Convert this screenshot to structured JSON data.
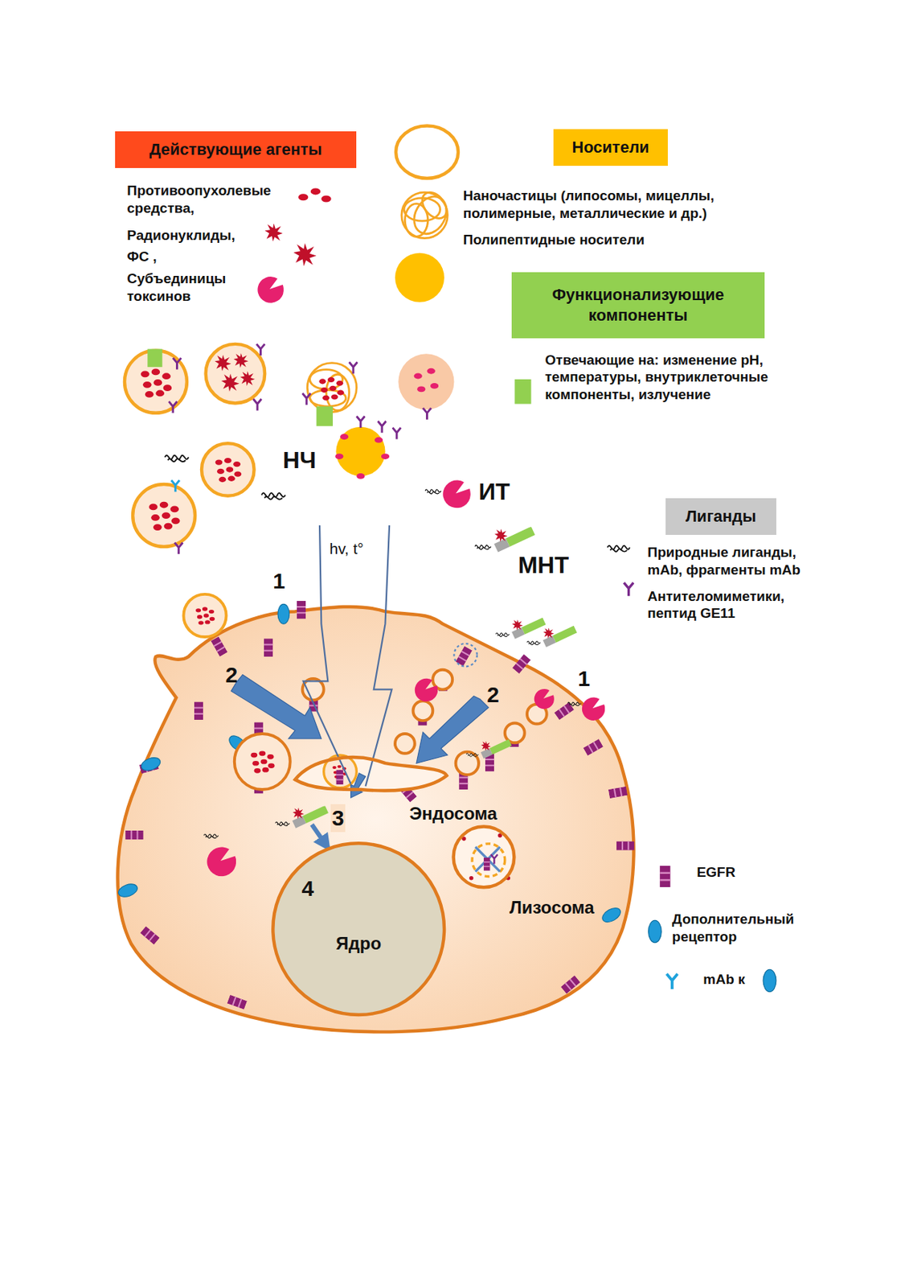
{
  "diagram": {
    "nodes": [
      {
        "text": [
          "Действующие агенты"
        ]
      },
      {
        "text": [
          "Носители"
        ]
      },
      {
        "text": [
          "Функционализующие компоненты"
        ]
      },
      {
        "text": [
          "Лиганды"
        ]
      },
      {
        "text": [
          "Эндосома"
        ]
      },
      {
        "text": [
          "Лизосома"
        ]
      },
      {
        "text": [
          "Ядро"
        ]
      }
    ],
    "edges": [
      {
        "from": 4,
        "to": 6,
        "arrow": "to",
        "label": "3"
      }
    ],
    "labels": [
      "Противоопухолевые средства,",
      "Радионуклиды,",
      "ФС ,",
      "Субъединицы токсинов",
      "Наночастицы (липосомы, мицеллы, полимерные, металлические и др.)",
      "Полипептидные носители",
      "Отвечающие на: изменение pH, температуры, внутриклеточные компоненты, излучение",
      "НЧ",
      "ИТ",
      "МНТ",
      "Природные лиганды, mAb, фрагменты mAb",
      "Антителомиметики, пептид GE11",
      "hv, t°",
      "1",
      "1",
      "2",
      "2",
      "4"
    ],
    "legend": [
      {
        "text": "EGFR"
      },
      {
        "text": "Дополнительный рецептор"
      },
      {
        "text": "mAb к"
      }
    ]
  }
}
